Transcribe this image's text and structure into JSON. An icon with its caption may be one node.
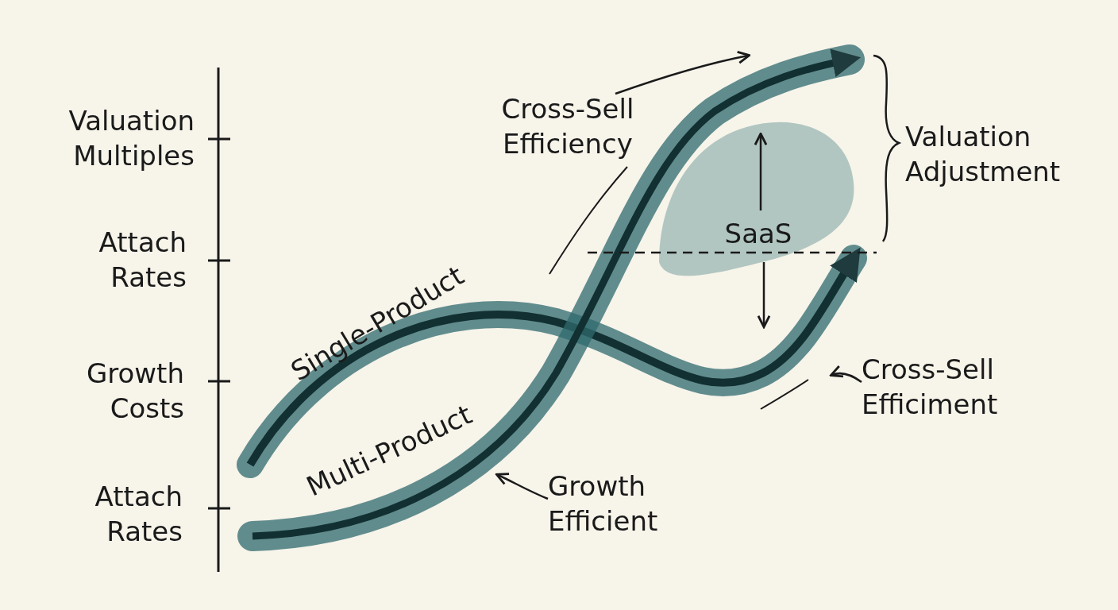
{
  "diagram": {
    "nodes": [
      {
        "text": [
          "Growth Efficient"
        ]
      },
      {
        "text": [
          "Cross-Sell Efficiment"
        ]
      }
    ],
    "edges": [
      {
        "from": 0,
        "to": null,
        "arrow": "to"
      },
      {
        "from": 1,
        "to": null,
        "arrow": "to"
      }
    ],
    "labels": [
      "Valuation Multiples",
      "Attach Rates",
      "Growth Costs",
      "Attach Rates",
      "Single-Product",
      "Multi-Product",
      "Cross-Sell Efficiency",
      "SaaS",
      "Valuation Adjustment"
    ]
  }
}
